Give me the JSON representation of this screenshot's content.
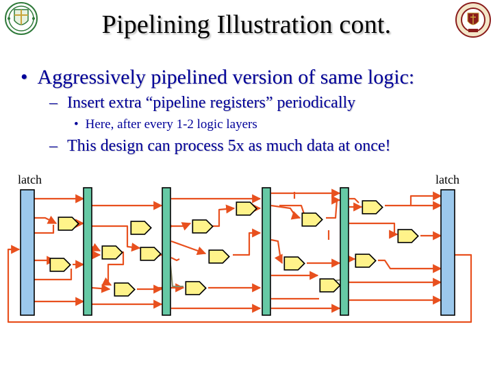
{
  "title": "Pipelining Illustration cont.",
  "bullets": {
    "b1": {
      "marker": "•",
      "text": "Aggressively pipelined version of same logic:"
    },
    "b2": {
      "marker": "–",
      "text": "Insert extra “pipeline registers” periodically"
    },
    "b3": {
      "marker": "•",
      "text": "Here, after every 1-2 logic layers"
    },
    "b4": {
      "marker": "–",
      "text": "This design can process 5x as much data at once!"
    }
  },
  "latch_left_label": "latch",
  "latch_right_label": "latch",
  "colors": {
    "text_blue": "#000099",
    "wire": "#e8501e",
    "wire_gray": "#8a8a6a",
    "latch_fill": "#9cc8ec",
    "register_fill": "#66c9a5",
    "gate_fill": "#fff38a",
    "logo_green": "#2f7a3a",
    "logo_maroon": "#8a1c1c"
  },
  "icons": [
    "university-seal-green-icon",
    "fsu-seal-maroon-icon"
  ]
}
